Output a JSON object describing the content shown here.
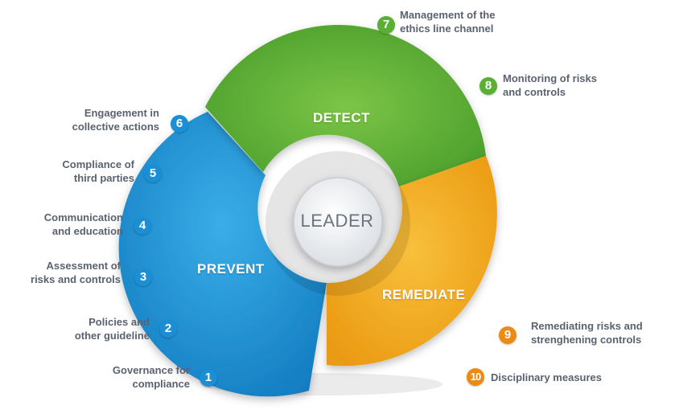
{
  "center_label": "LEADER",
  "segments": {
    "detect": {
      "label": "DETECT",
      "color": "#5aaf35"
    },
    "prevent": {
      "label": "PREVENT",
      "color": "#1a8fd5"
    },
    "remediate": {
      "label": "REMEDIATE",
      "color": "#f2a81d"
    }
  },
  "items": [
    {
      "number": "1",
      "text": "Governance for\ncompliance",
      "color": "#1a8fd5"
    },
    {
      "number": "2",
      "text": "Policies and\nother guideline",
      "color": "#1a8fd5"
    },
    {
      "number": "3",
      "text": "Assessment of\nrisks and controls",
      "color": "#1a8fd5"
    },
    {
      "number": "4",
      "text": "Communication\nand education",
      "color": "#1a8fd5"
    },
    {
      "number": "5",
      "text": "Compliance of\nthird parties",
      "color": "#1a8fd5"
    },
    {
      "number": "6",
      "text": "Engagement in\ncollective actions",
      "color": "#1a8fd5"
    },
    {
      "number": "7",
      "text": "Management of the\nethics line channel",
      "color": "#5aaf35"
    },
    {
      "number": "8",
      "text": "Monitoring of risks\nand controls",
      "color": "#5aaf35"
    },
    {
      "number": "9",
      "text": "Remediating risks and\nstrenghening controls",
      "color": "#ec8a14"
    },
    {
      "number": "10",
      "text": "Disciplinary measures",
      "color": "#ec8a14"
    }
  ]
}
